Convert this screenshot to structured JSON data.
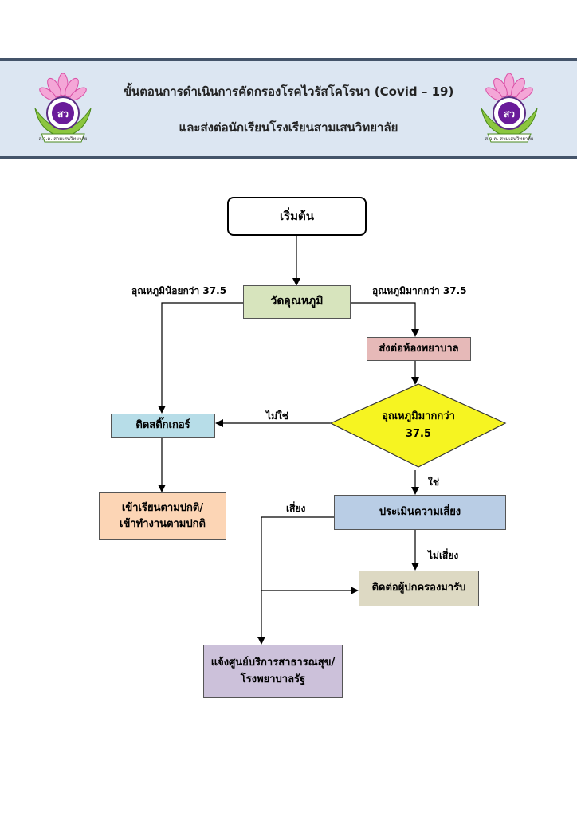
{
  "header": {
    "title_line1": "ขั้นตอนการดำเนินการคัดกรองโรคไวรัสโคโรนา  (Covid – 19)",
    "title_line2": "และส่งต่อนักเรียนโรงเรียนสามเสนวิทยาลัย"
  },
  "logo": {
    "ribbon_text": "ส.ว.ค. สามเสนวิทยาลัย"
  },
  "colors": {
    "banner": "#dce6f2",
    "measure": "#d7e4bd",
    "hospital": "#e6b9b8",
    "sticker": "#b7dde8",
    "normal": "#fcd5b5",
    "decision": "#f6f421",
    "assess": "#b9cde5",
    "parent": "#ddd9c3",
    "notify": "#ccc1da"
  },
  "flow": {
    "start": "เริ่มต้น",
    "measure": "วัดอุณหภูมิ",
    "label_low": "อุณหภูมิน้อยกว่า 37.5",
    "label_high": "อุณหภูมิมากกว่า 37.5",
    "hospital_room": "ส่งต่อห้องพยาบาล",
    "decision_line1": "อุณหภูมิมากกว่า",
    "decision_line2": "37.5",
    "label_no": "ไม่ใช่",
    "label_yes": "ใช่",
    "sticker": "ติดสติ๊กเกอร์",
    "normal_line1": "เข้าเรียนตามปกติ/",
    "normal_line2": "เข้าทำงานตามปกติ",
    "assess": "ประเมินความเสี่ยง",
    "label_risk": "เสี่ยง",
    "label_no_risk": "ไม่เสี่ยง",
    "contact_parent": "ติดต่อผู้ปกครองมารับ",
    "notify_line1": "แจ้งศูนย์บริการสาธารณสุข/",
    "notify_line2": "โรงพยาบาลรัฐ"
  }
}
